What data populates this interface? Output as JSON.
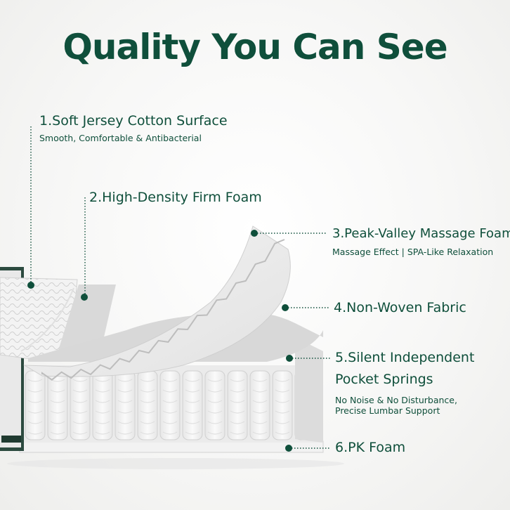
{
  "title": "Quality You Can See",
  "accent_color": "#0f4f3b",
  "layers": [
    {
      "heading": "1.Soft Jersey Cotton Surface",
      "sub": "Smooth, Comfortable & Antibacterial"
    },
    {
      "heading": "2.High-Density Firm Foam"
    },
    {
      "heading": "3.Peak-Valley Massage Foam",
      "sub": "Massage Effect | SPA-Like Relaxation"
    },
    {
      "heading": "4.Non-Woven Fabric"
    },
    {
      "heading": "5.Silent Independent",
      "heading2": "Pocket Springs",
      "sub": "No Noise & No Disturbance,",
      "sub2": "Precise Lumbar Support"
    },
    {
      "heading": "6.PK Foam"
    }
  ]
}
